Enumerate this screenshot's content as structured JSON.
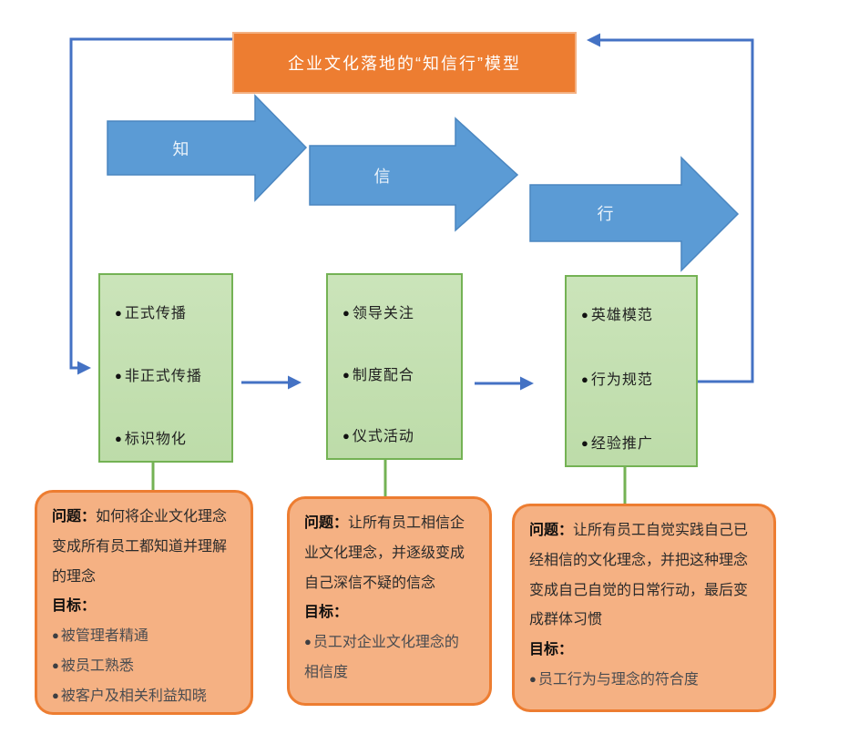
{
  "diagram": {
    "title": "企业文化落地的“知信行”模型",
    "bullet_char": "●",
    "arrows": [
      {
        "label": "知"
      },
      {
        "label": "信"
      },
      {
        "label": "行"
      }
    ],
    "stage_boxes": [
      {
        "items": [
          "正式传播",
          "非正式传播",
          "标识物化"
        ]
      },
      {
        "items": [
          "领导关注",
          "制度配合",
          "仪式活动"
        ]
      },
      {
        "items": [
          "英雄模范",
          "行为规范",
          "经验推广"
        ]
      }
    ],
    "callouts": [
      {
        "problem_label": "问题：",
        "problem_text": "如何将企业文化理念变成所有员工都知道并理解的理念",
        "goal_label": "目标：",
        "goals": [
          "被管理者精通",
          "被员工熟悉",
          "被客户及相关利益知晓"
        ]
      },
      {
        "problem_label": "问题：",
        "problem_text": "让所有员工相信企业文化理念，并逐级变成自己深信不疑的信念",
        "goal_label": "目标：",
        "goals": [
          "员工对企业文化理念的相信度"
        ]
      },
      {
        "problem_label": "问题：",
        "problem_text": "让所有员工自觉实践自己已经相信的文化理念，并把这种理念变成自己自觉的日常行动，最后变成群体习惯",
        "goal_label": "目标：",
        "goals": [
          "员工行为与理念的符合度"
        ]
      }
    ],
    "colors": {
      "title_fill": "#ED7D31",
      "title_border": "#F3B183",
      "arrow_fill": "#5B9BD5",
      "arrow_border": "#4A86C0",
      "connector_blue": "#4472C4",
      "stage_fill": "#CBE4BA",
      "stage_border": "#74B254",
      "callout_fill": "#F5B183",
      "callout_border": "#ED7D31"
    }
  }
}
